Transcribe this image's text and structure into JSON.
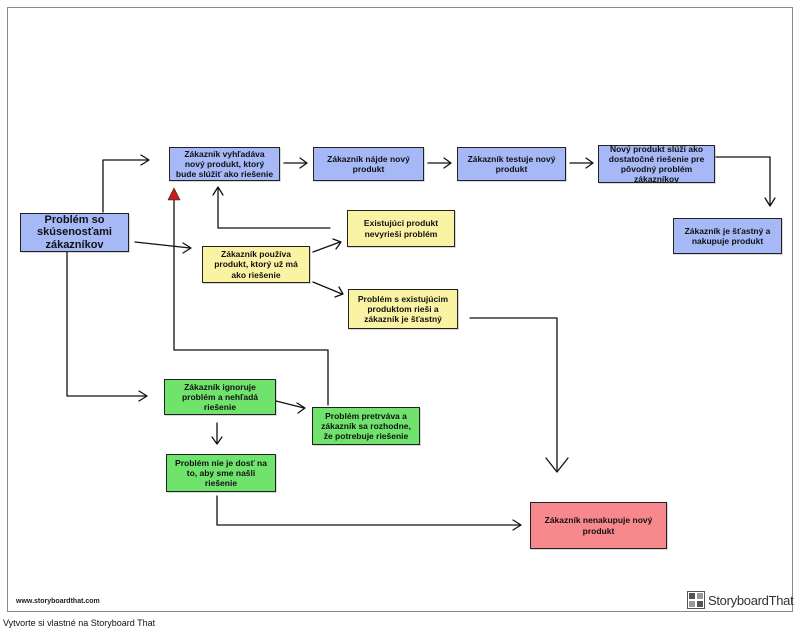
{
  "boxes": {
    "problem": "Problém so skúsenosťami zákazníkov",
    "search": "Zákazník vyhľadáva nový produkt, ktorý bude slúžiť ako riešenie",
    "find": "Zákazník nájde nový produkt",
    "test": "Zákazník testuje nový produkt",
    "serves": "Nový produkt slúži ako dostatočné riešenie pre pôvodný problém zákazníkov",
    "happy_buys": "Zákazník je šťastný a nakupuje produkt",
    "existing_no": "Existujúci produkt nevyrieši problém",
    "uses_existing": "Zákazník používa produkt, ktorý už má ako riešenie",
    "existing_solves": "Problém s existujúcim produktom rieši a zákazník je šťastný",
    "ignores": "Zákazník ignoruje problém a nehľadá riešenie",
    "persists": "Problém pretrváva a zákazník sa rozhodne, že potrebuje riešenie",
    "not_enough": "Problém nie je dosť na to, aby sme našli riešenie",
    "no_buy": "Zákazník nenakupuje nový produkt"
  },
  "colors": {
    "blue": "#a6b8f5",
    "yellow": "#fbf3a4",
    "green": "#6fe36c",
    "red": "#f7888c"
  },
  "watermark": "www.storyboardthat.com",
  "logo": {
    "text": "StoryboardThat",
    "icon": "storyboardthat-logo-icon"
  },
  "footer": "Vytvorte si vlastné na Storyboard That"
}
